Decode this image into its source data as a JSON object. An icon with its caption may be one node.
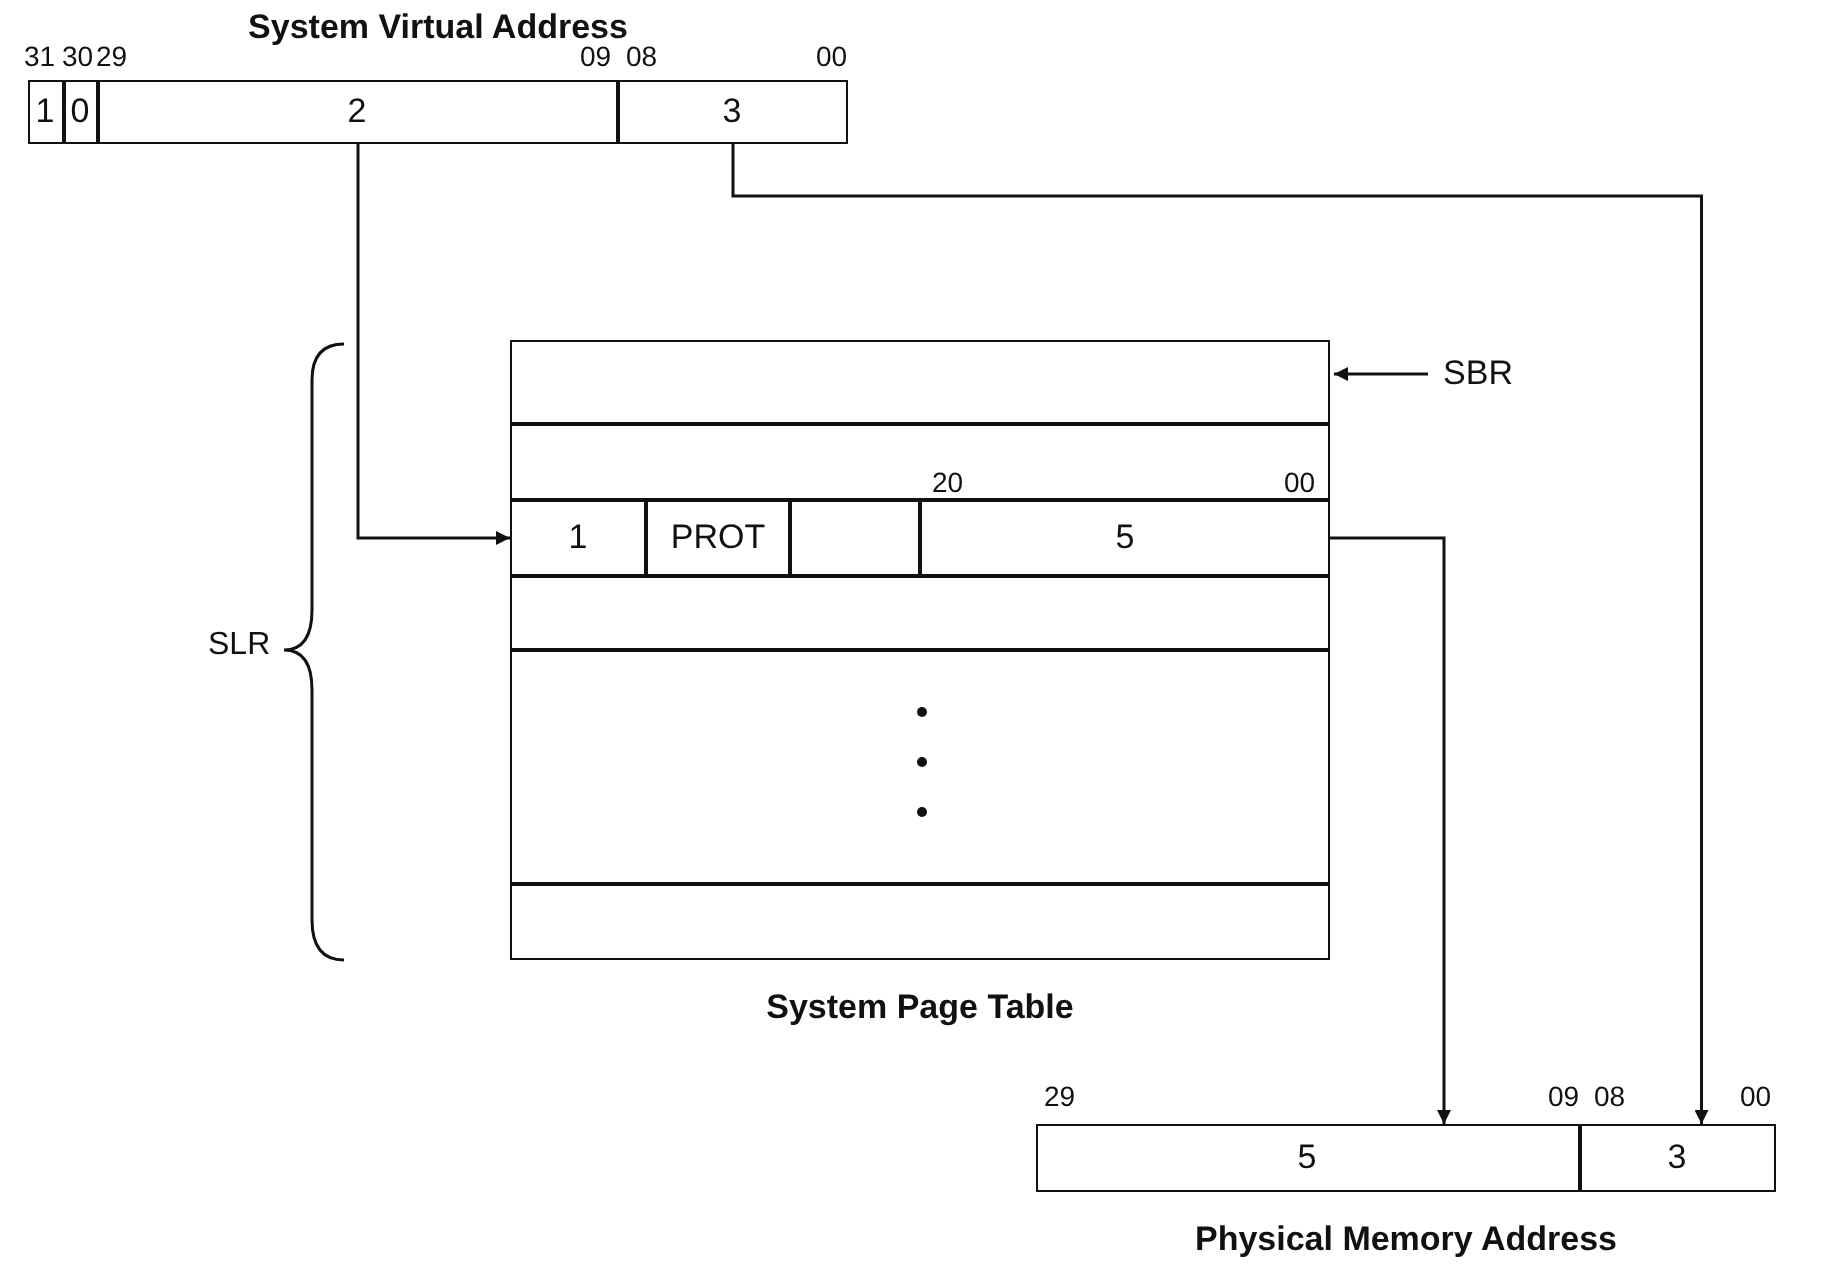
{
  "diagram": {
    "nodes": [
      {
        "text": [
          "System Virtual Address"
        ]
      },
      {
        "text": [
          "1"
        ],
        "in": 0
      },
      {
        "text": [
          "0"
        ],
        "in": 0
      },
      {
        "text": [
          "2"
        ],
        "in": 0
      },
      {
        "text": [
          "3"
        ],
        "in": 0
      },
      {
        "text": [
          "System Page Table"
        ]
      },
      {
        "text": [],
        "shape": "box",
        "in": 5
      },
      {
        "text": [],
        "shape": "box",
        "in": 5
      },
      {
        "text": [],
        "shape": "bar",
        "in": 5
      },
      {
        "text": [
          "1"
        ],
        "in": 8
      },
      {
        "text": [
          "PROT"
        ],
        "in": 8
      },
      {
        "text": [],
        "shape": "box",
        "in": 8
      },
      {
        "text": [
          "5"
        ],
        "in": 8
      },
      {
        "text": [],
        "shape": "box",
        "in": 5
      },
      {
        "text": [],
        "shape": "box",
        "in": 5
      },
      {
        "text": [],
        "shape": "box",
        "in": 5
      },
      {
        "text": [
          "SBR"
        ]
      },
      {
        "text": [
          "Physical Memory Address"
        ]
      },
      {
        "text": [
          "5"
        ],
        "in": 17
      },
      {
        "text": [
          "3"
        ],
        "in": 17
      }
    ],
    "edges": [
      {
        "from": 3,
        "to": 8,
        "arrow": "to"
      },
      {
        "from": 4,
        "to": 19,
        "arrow": "to"
      },
      {
        "from": 12,
        "to": 18,
        "arrow": "to"
      },
      {
        "from": 16,
        "to": 6,
        "arrow": "to"
      }
    ],
    "labels": [
      "31",
      "30",
      "29",
      "09",
      "08",
      "00",
      "20",
      "00",
      "SLR",
      "29",
      "09",
      "08",
      "00"
    ]
  }
}
